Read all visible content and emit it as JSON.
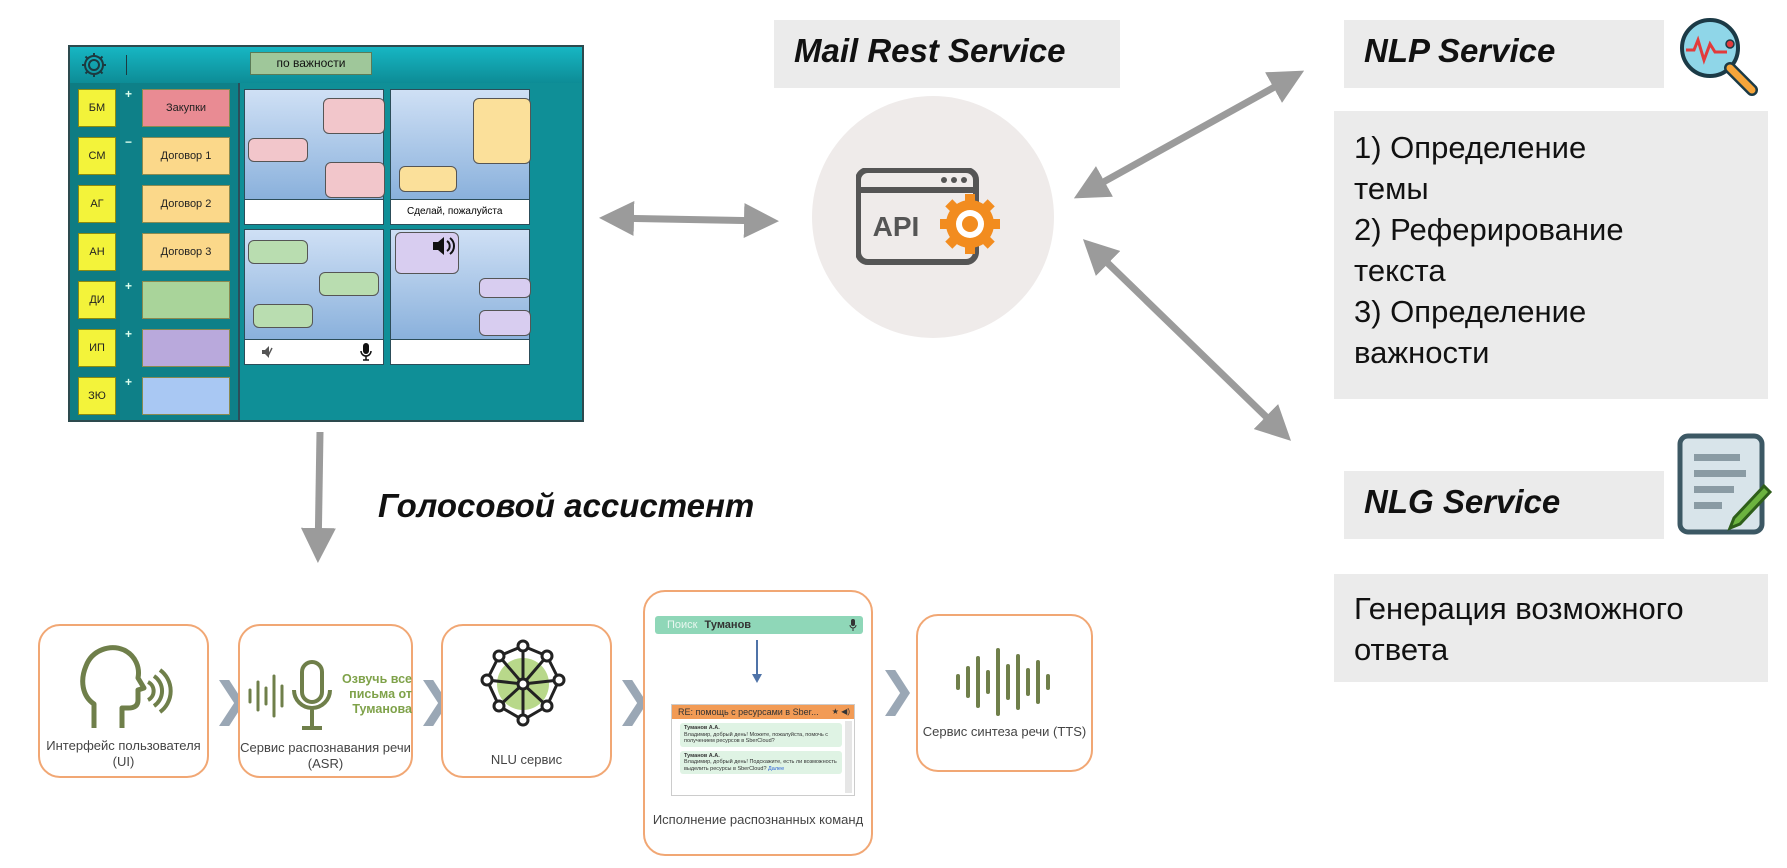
{
  "mock_app": {
    "sort_label": "по важности",
    "tags": [
      "БМ",
      "СМ",
      "АГ",
      "АН",
      "ДИ",
      "ИП",
      "ЗЮ"
    ],
    "docs": [
      "Закупки",
      "Договор 1",
      "Договор 2",
      "Договор 3",
      "",
      "",
      ""
    ],
    "doc_colors": [
      "#e98b93",
      "#fbd88a",
      "#fbd88a",
      "#fbd88a",
      "#a9d49a",
      "#b9a9dc",
      "#a9c8f3"
    ],
    "panel_footer_text": "Сделай, пожалуйста"
  },
  "mail_service": {
    "title": "Mail Rest Service",
    "api_label": "API"
  },
  "nlp_service": {
    "title": "NLP Service",
    "items": [
      "1) Определение темы",
      "2) Реферирование текста",
      "3) Определение важности"
    ]
  },
  "nlg_service": {
    "title": "NLG Service",
    "description": "Генерация возможного ответа"
  },
  "voice_assistant": {
    "heading": "Голосовой ассистент"
  },
  "pipeline": {
    "ui": "Интерфейс пользователя (UI)",
    "asr": "Сервис распознавания речи (ASR)",
    "asr_quote": "Озвучь все письма от Туманова",
    "nlu": "NLU сервис",
    "exec": "Исполнение распознанных команд",
    "exec_search_hint": "Поиск",
    "exec_search_value": "Туманов",
    "exec_mail_subject": "RE: помощь с ресурсами в Sber...",
    "exec_mail_author1": "Туманов А.А.",
    "exec_mail_body1": "Владимир, добрый день! Можете, пожалуйста, помочь с получением ресурсов в SberCloud?",
    "exec_mail_author2": "Туманов А.А.",
    "exec_mail_body2": "Владимир, добрый день! Подскажите, есть ли возможность выделить ресурсы в SberCloud?",
    "exec_mail_more": "Далее",
    "tts": "Сервис синтеза речи (TTS)"
  },
  "colors": {
    "accent_orange": "#f1a774",
    "arrow_gray": "#9b9b9b",
    "box_gray": "#ebebeb"
  }
}
